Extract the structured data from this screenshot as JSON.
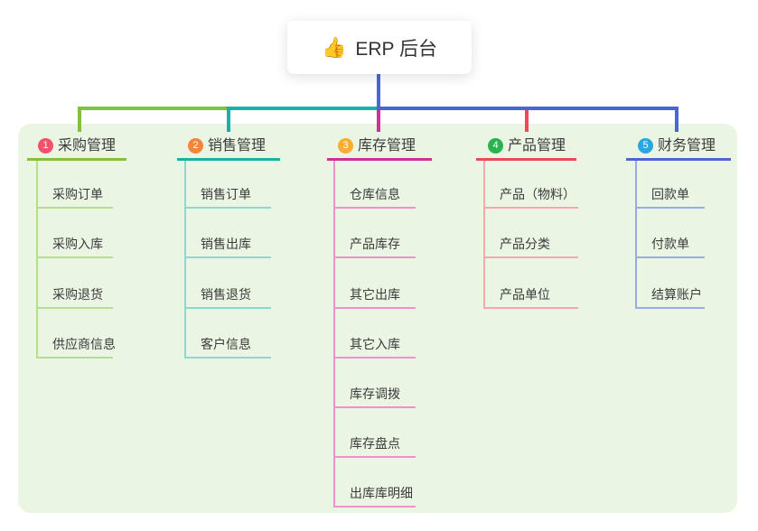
{
  "root": {
    "label": "ERP 后台",
    "emoji": "👍"
  },
  "colors": {
    "canvas_bg": "#ffffff",
    "panel_bg": "#eaf6e3",
    "root_line": "#4c65d4",
    "text": "#3b3b3b"
  },
  "branches": [
    {
      "num": "1",
      "label": "采购管理",
      "line_color": "#82c13d",
      "child_line_color": "#b9dd90",
      "badge_color": "#f4516c",
      "children": [
        "采购订单",
        "采购入库",
        "采购退货",
        "供应商信息"
      ]
    },
    {
      "num": "2",
      "label": "销售管理",
      "line_color": "#16b2a5",
      "child_line_color": "#8bd9d1",
      "badge_color": "#f7853c",
      "children": [
        "销售订单",
        "销售出库",
        "销售退货",
        "客户信息"
      ]
    },
    {
      "num": "3",
      "label": "库存管理",
      "line_color": "#ce2f99",
      "child_line_color": "#ef92cc",
      "badge_color": "#fbad31",
      "children": [
        "仓库信息",
        "产品库存",
        "其它出库",
        "其它入库",
        "库存调拨",
        "库存盘点",
        "出库库明细"
      ]
    },
    {
      "num": "4",
      "label": "产品管理",
      "line_color": "#f04858",
      "child_line_color": "#f9a6ad",
      "badge_color": "#27b44f",
      "children": [
        "产品（物料）",
        "产品分类",
        "产品单位"
      ]
    },
    {
      "num": "5",
      "label": "财务管理",
      "line_color": "#4c65d4",
      "child_line_color": "#9aabe8",
      "badge_color": "#2aa7e0",
      "children": [
        "回款单",
        "付款单",
        "结算账户"
      ]
    }
  ]
}
